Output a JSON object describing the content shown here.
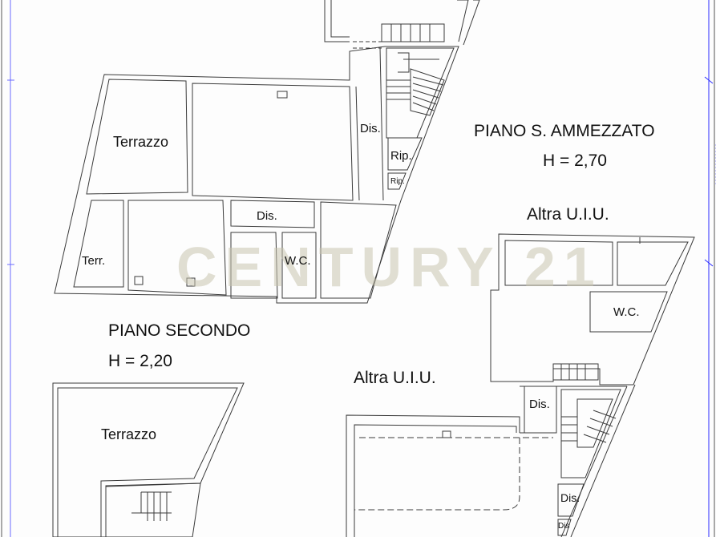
{
  "plan": {
    "floors": [
      {
        "name": "PIANO S. AMMEZZATO",
        "height": "H =  2,70"
      },
      {
        "name": "PIANO SECONDO",
        "height": "H =  2,20"
      }
    ],
    "other_units": [
      "Altra U.I.U.",
      "Altra U.I.U."
    ],
    "rooms": {
      "terrazzo_top": "Terrazzo",
      "dis_top": "Dis.",
      "rip_1": "Rip.",
      "rip_2": "Rip.",
      "dis_mid": "Dis.",
      "terr": "Terr.",
      "wc_left": "W.C.",
      "wc_right": "W.C.",
      "dis_right": "Dis.",
      "terrazzo_bottom": "Terrazzo",
      "dis_bottom": "Dis.",
      "dis_bottom_small": "Dis"
    },
    "watermark": "CENTURY 21",
    "colors": {
      "wall": "#3a3a3a",
      "dimension_line": "#2a2aff",
      "watermark": "#c8c4af",
      "background": "#fdfdfd"
    }
  }
}
